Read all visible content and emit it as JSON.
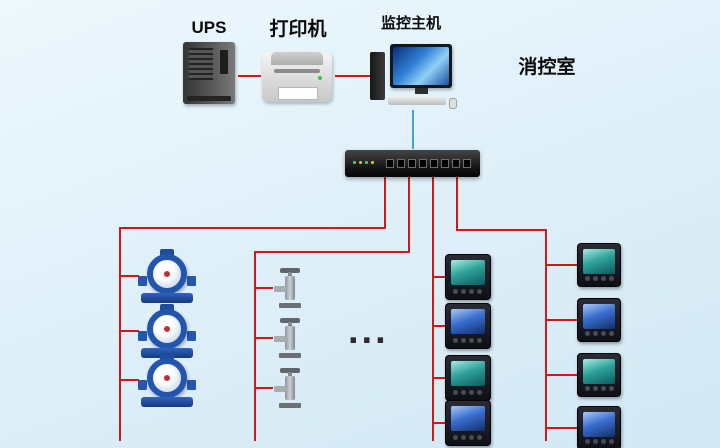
{
  "labels": {
    "ups": "UPS",
    "printer": "打印机",
    "host": "监控主机",
    "room": "消控室",
    "ellipsis": "..."
  },
  "colors": {
    "line_red": "#d01818",
    "line_blue": "#4a9fd8",
    "background": "#e0f0f9"
  },
  "devices": {
    "water_meters": 3,
    "valves": 3,
    "power_meters_left_column": 4,
    "power_meters_right_column": 4
  }
}
